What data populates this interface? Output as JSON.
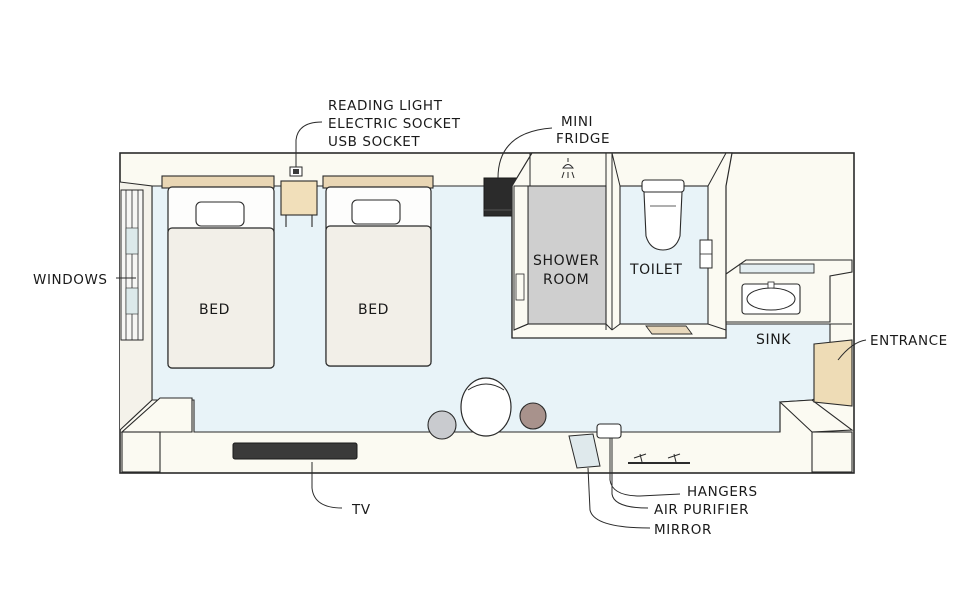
{
  "colors": {
    "outline": "#2a2a2a",
    "wall": "#fbfaf2",
    "floor": "#e8f3f8",
    "bed_sheet": "#f2efe8",
    "headboard": "#e9d6b4",
    "nightstand": "#f1dfba",
    "shower_floor": "#cfcfcf",
    "tv": "#3a3a3a",
    "fridge": "#2b2b2b",
    "entrance_mat": "#eedcb6",
    "bath_mat": "#e8d8bc",
    "stool_gray": "#c9cbcf",
    "stool_brown": "#a8928c"
  },
  "labels": {
    "reading_light": "READING LIGHT",
    "electric_socket": "ELECTRIC SOCKET",
    "usb_socket": "USB SOCKET",
    "mini": "MINI",
    "fridge": "FRIDGE",
    "windows": "WINDOWS",
    "bed_left": "BED",
    "bed_right": "BED",
    "shower": "SHOWER",
    "room": "ROOM",
    "toilet": "TOILET",
    "sink": "SINK",
    "entrance": "ENTRANCE",
    "tv": "TV",
    "hangers": "HANGERS",
    "air_purifier": "AIR PURIFIER",
    "mirror": "MIRROR"
  },
  "icons": {
    "shower_head": "shower-head-icon",
    "socket_panel": "socket-panel-icon"
  }
}
